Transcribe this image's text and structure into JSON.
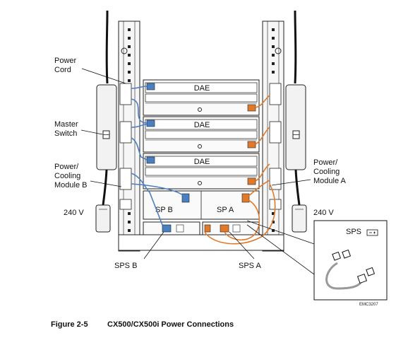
{
  "labels": {
    "power_cord": "Power\nCord",
    "master_switch": "Master\nSwitch",
    "pcm_b": "Power/\nCooling\nModule B",
    "pcm_a": "Power/\nCooling\nModule A",
    "volt_left": "240 V",
    "volt_right": "240 V",
    "sps_b": "SPS B",
    "sps_a": "SPS A",
    "sp_b": "SP B",
    "sp_a": "SP A",
    "sps_inset": "SPS",
    "emc_id": "EMC3207"
  },
  "dae_labels": [
    "DAE",
    "DAE",
    "DAE"
  ],
  "caption": {
    "number": "Figure 2-5",
    "title": "CX500/CX500i Power Connections"
  },
  "colors": {
    "cable_blue": "#4a7fc1",
    "cable_orange": "#e07a2a",
    "line": "#222222",
    "rack_fill": "#f2f2f2"
  }
}
